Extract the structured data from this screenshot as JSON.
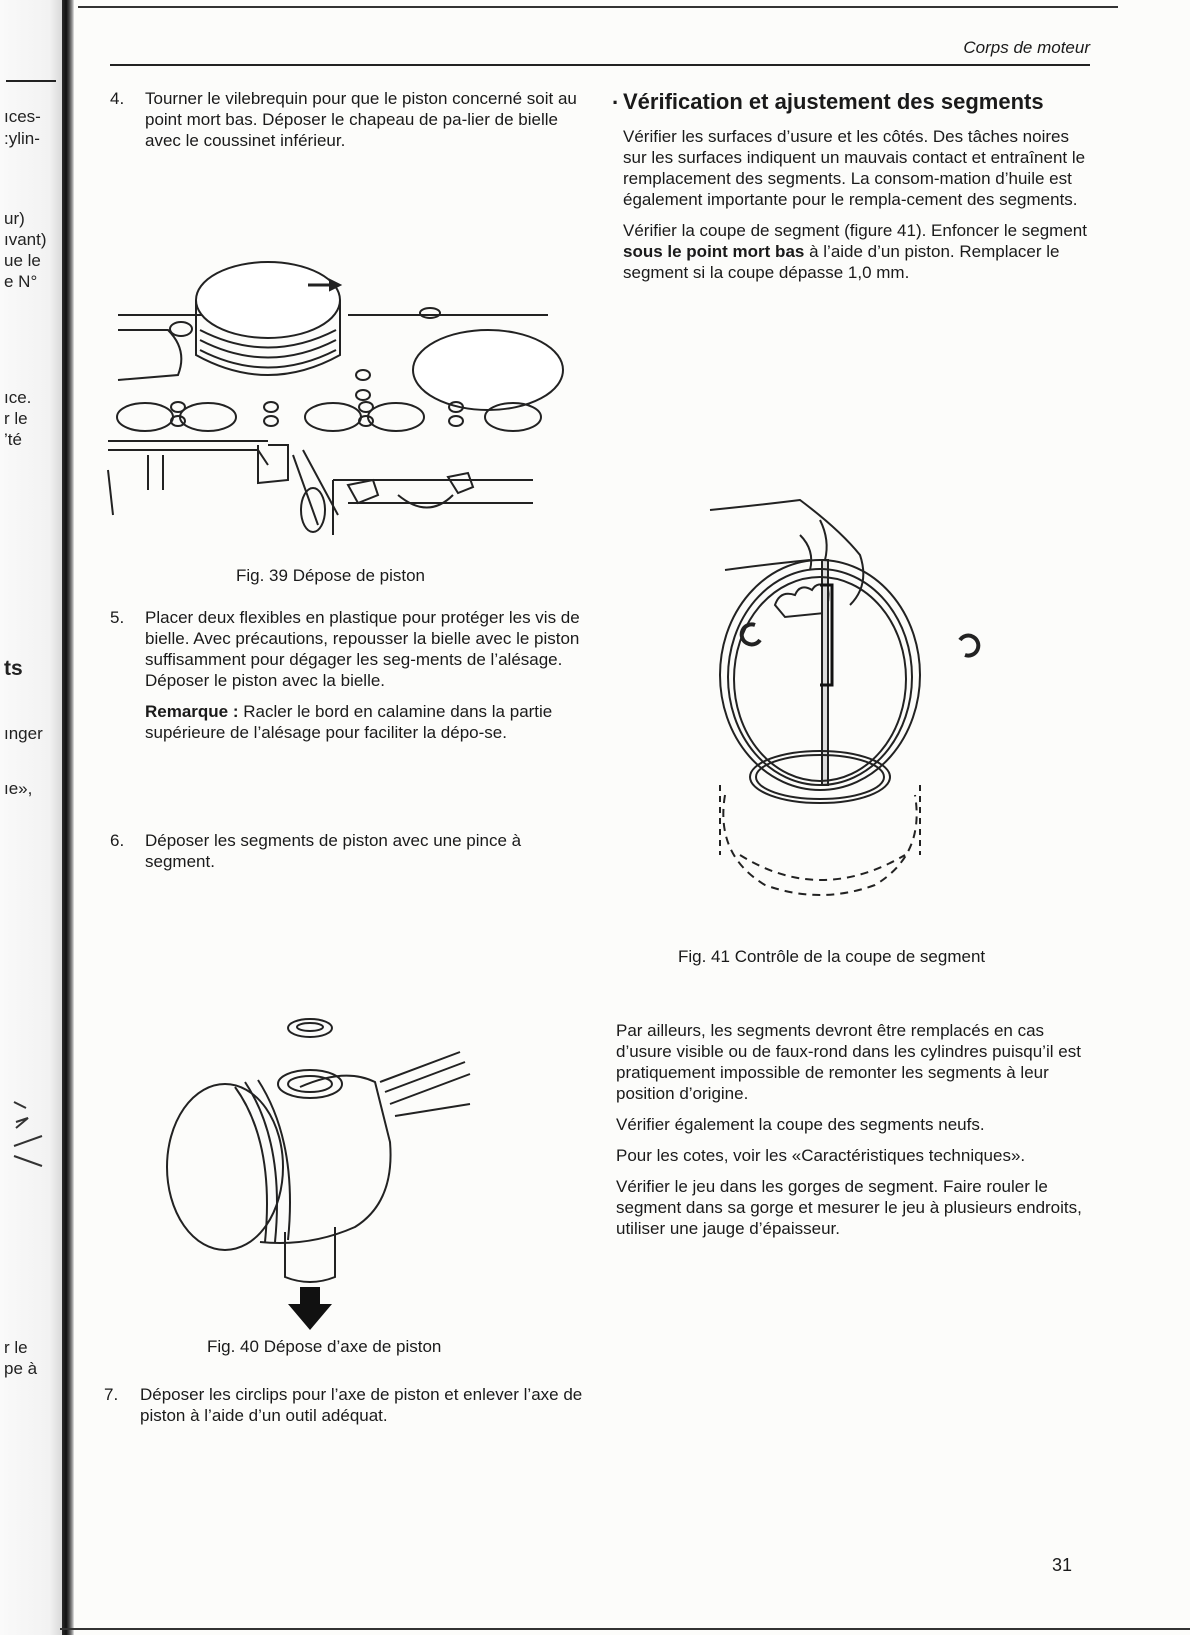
{
  "header": {
    "section": "Corps de moteur"
  },
  "prev_page_fragments": [
    "ıces-",
    ":ylin-",
    "ur)",
    "ıvant)",
    "ue le",
    "e N°",
    "ıce.",
    "r le",
    "’té",
    "ts",
    "ınger",
    "ıe»,",
    "r le",
    "pe à"
  ],
  "left_column": {
    "step4": {
      "num": "4.",
      "text": "Tourner le vilebrequin pour que le piston concerné soit au point mort bas. Déposer le chapeau de pa-lier de bielle avec le coussinet inférieur."
    },
    "fig39_caption": "Fig. 39 Dépose de piston",
    "step5": {
      "num": "5.",
      "text": "Placer deux flexibles en plastique pour protéger les vis de bielle. Avec précautions, repousser la bielle avec le piston suffisamment pour dégager les seg-ments de l’alésage. Déposer le piston avec la bielle.",
      "note_label": "Remarque :",
      "note_text": " Racler le bord en calamine dans la partie supérieure de l’alésage pour faciliter la dépo-se."
    },
    "step6": {
      "num": "6.",
      "text": "Déposer les segments de piston avec une pince à segment."
    },
    "fig40_caption": "Fig. 40 Dépose d’axe de piston",
    "step7": {
      "num": "7.",
      "text": "Déposer les circlips pour l’axe de piston et enlever l’axe de piston à l’aide d’un outil adéquat."
    }
  },
  "right_column": {
    "heading": "Vérification et ajustement des segments",
    "p1": "Vérifier les surfaces d’usure et les côtés. Des tâches noires sur les surfaces indiquent un mauvais contact et entraînent le remplacement des segments. La consom-mation d’huile est également importante pour le rempla-cement des segments.",
    "p2_before": "Vérifier la coupe de segment (figure 41). Enfoncer le segment ",
    "p2_bold": "sous le point mort bas",
    "p2_after": " à l’aide d’un piston. Remplacer le segment si la coupe dépasse 1,0 mm.",
    "fig41_caption": "Fig. 41 Contrôle de la coupe de segment",
    "p3": "Par ailleurs, les segments devront être remplacés en cas d’usure visible ou de faux-rond dans les cylindres puisqu’il est pratiquement impossible de remonter les segments à leur position d’origine.",
    "p4": "Vérifier également la coupe des segments neufs.",
    "p5": "Pour les cotes, voir les «Caractéristiques techniques».",
    "p6": "Vérifier le jeu dans les gorges de segment. Faire rouler le segment dans sa gorge et mesurer le jeu à plusieurs endroits, utiliser une jauge d’épaisseur."
  },
  "page_number": "31"
}
